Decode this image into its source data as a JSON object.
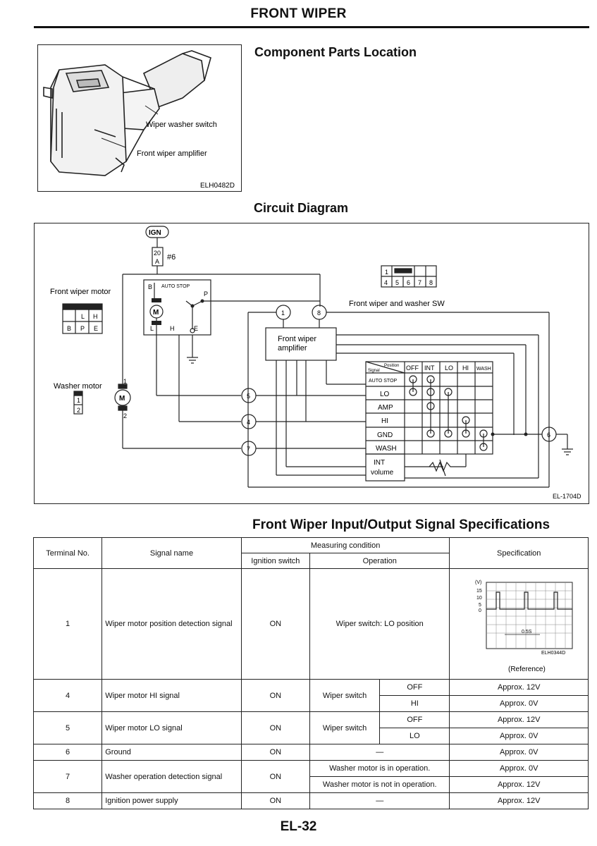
{
  "page_title": "FRONT WIPER",
  "component_section": {
    "title": "Component Parts Location",
    "callouts": [
      "Wiper washer switch",
      "Front wiper amplifier"
    ],
    "figure_code": "ELH0482D"
  },
  "circuit_section": {
    "title": "Circuit Diagram",
    "figure_code": "EL-1704D",
    "ign": "IGN",
    "fuse_top": "20",
    "fuse_bottom": "A",
    "fuse_number": "#6",
    "front_wiper_motor": "Front wiper motor",
    "motor_conn_row1": [
      "",
      "L",
      "H"
    ],
    "motor_conn_row2": [
      "B",
      "P",
      "E"
    ],
    "washer_motor": "Washer motor",
    "washer_conn": [
      "1",
      "2"
    ],
    "sw_conn_row1": [
      "1",
      "",
      "",
      "",
      ""
    ],
    "sw_conn_row2": [
      "4",
      "5",
      "6",
      "7",
      "8"
    ],
    "switch_label": "Front wiper and washer SW",
    "amp_label_1": "Front wiper",
    "amp_label_2": "amplifier",
    "auto_stop": "AUTO STOP",
    "pin_B": "B",
    "pin_P": "P",
    "pin_L": "L",
    "pin_H": "H",
    "pin_E": "E",
    "motor_M": "M",
    "pin_1": "1",
    "pin_2": "2",
    "terminals": [
      "1",
      "8",
      "5",
      "4",
      "7",
      "6"
    ],
    "grid_corner_top": "Position",
    "grid_corner_bottom": "Signal",
    "grid_positions": [
      "OFF",
      "INT",
      "LO",
      "HI",
      "WASH"
    ],
    "grid_signals": [
      "AUTO STOP",
      "LO",
      "AMP",
      "HI",
      "GND",
      "WASH"
    ],
    "int_volume_1": "INT",
    "int_volume_2": "volume"
  },
  "spec_section": {
    "title": "Front Wiper Input/Output Signal Specifications",
    "headers": {
      "terminal": "Terminal No.",
      "signal": "Signal name",
      "measuring": "Measuring condition",
      "ignition": "Ignition switch",
      "operation": "Operation",
      "specification": "Specification"
    },
    "waveform": {
      "unit": "(V)",
      "yticks": [
        "15",
        "10",
        "5",
        "0"
      ],
      "time": "0.5S",
      "code": "ELH0344D",
      "note": "(Reference)"
    },
    "rows": [
      {
        "terminal": "1",
        "signal": "Wiper motor position detection signal",
        "ignition": "ON",
        "operation": "Wiper switch: LO position"
      },
      {
        "terminal": "4",
        "signal": "Wiper motor HI signal",
        "ignition": "ON",
        "operation": "Wiper switch",
        "sub": [
          "OFF",
          "HI"
        ],
        "spec": [
          "Approx. 12V",
          "Approx. 0V"
        ]
      },
      {
        "terminal": "5",
        "signal": "Wiper motor LO signal",
        "ignition": "ON",
        "operation": "Wiper switch",
        "sub": [
          "OFF",
          "LO"
        ],
        "spec": [
          "Approx. 12V",
          "Approx. 0V"
        ]
      },
      {
        "terminal": "6",
        "signal": "Ground",
        "ignition": "ON",
        "operation": "—",
        "spec": "Approx. 0V"
      },
      {
        "terminal": "7",
        "signal": "Washer operation detection signal",
        "ignition": "ON",
        "ops": [
          "Washer motor is in operation.",
          "Washer motor is not in operation."
        ],
        "spec": [
          "Approx. 0V",
          "Approx. 12V"
        ]
      },
      {
        "terminal": "8",
        "signal": "Ignition power supply",
        "ignition": "ON",
        "operation": "—",
        "spec": "Approx. 12V"
      }
    ]
  },
  "footer": "EL-32"
}
